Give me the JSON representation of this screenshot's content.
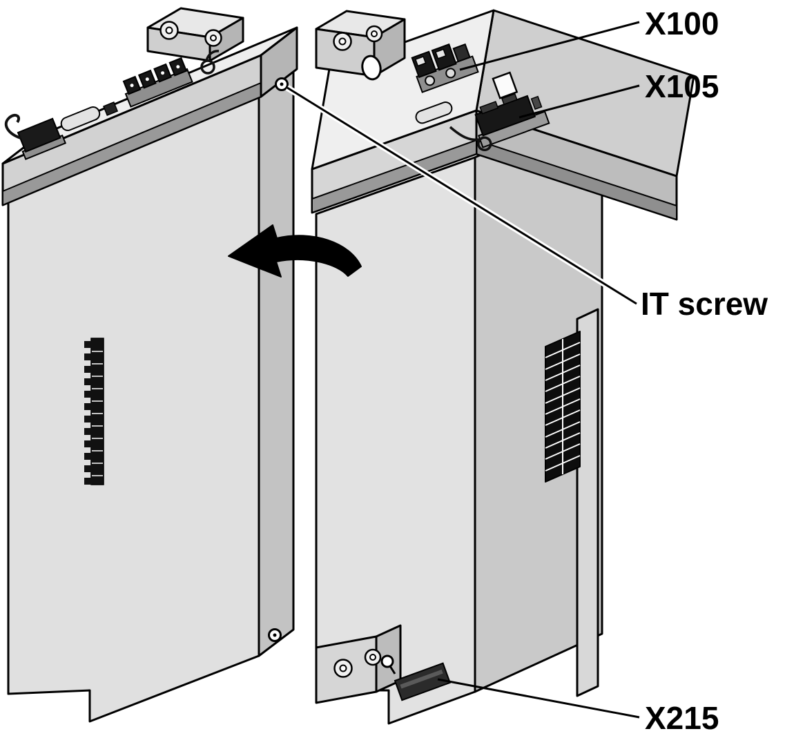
{
  "labels": {
    "x100": "X100",
    "x105": "X105",
    "it_screw": "IT screw",
    "x215": "X215"
  },
  "colors": {
    "outline": "#000000",
    "module_face": "#e0e0e0",
    "module_top": "#eeeeee",
    "module_side": "#c3c3c3",
    "shadow_band": "#999999",
    "connector_dark": "#161616",
    "background": "#ffffff"
  }
}
